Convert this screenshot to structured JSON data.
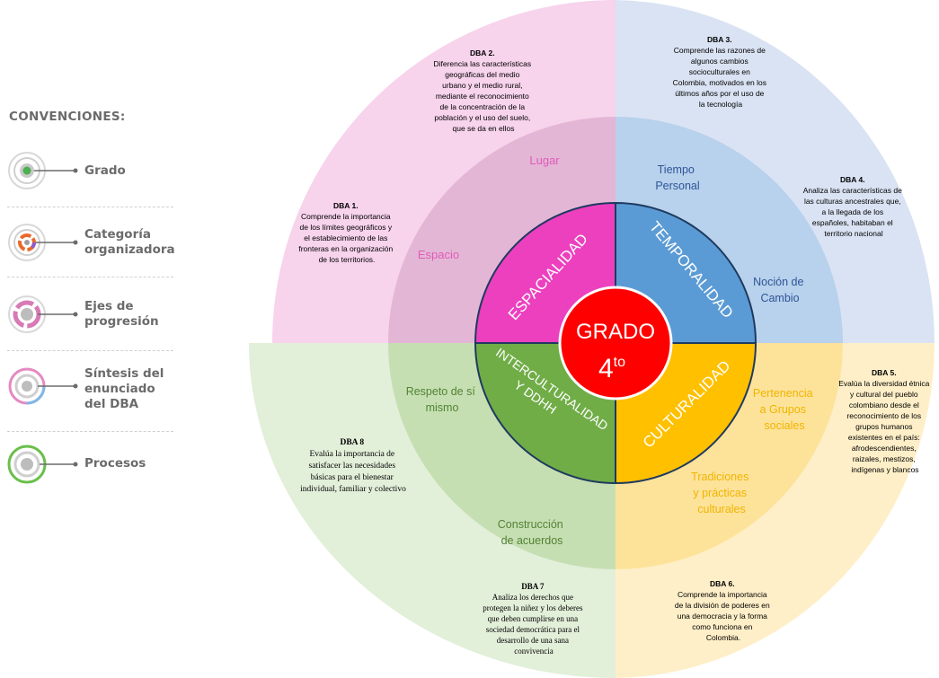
{
  "legend": {
    "title": "CONVENCIONES:",
    "items": [
      {
        "label": "Grado",
        "icon": "grado-icon"
      },
      {
        "label": "Categoría organizadora",
        "icon": "categoria-icon"
      },
      {
        "label": "Ejes de progresión",
        "icon": "ejes-icon"
      },
      {
        "label": "Síntesis del enunciado del DBA",
        "icon": "sintesis-icon"
      },
      {
        "label": "Procesos",
        "icon": "procesos-icon"
      }
    ]
  },
  "center": {
    "line1": "GRADO",
    "line2": "4",
    "sup": "to"
  },
  "categories": {
    "espacialidad": "ESPACIALIDAD",
    "temporalidad": "TEMPORALIDAD",
    "culturalidad": "CULTURALIDAD",
    "interculturalidad": [
      "INTERCULTURALIDAD",
      "Y DDHH"
    ]
  },
  "axes": {
    "lugar": "Lugar",
    "espacio": "Espacio",
    "tiempo_personal": [
      "Tiempo",
      "Personal"
    ],
    "nocion_cambio": [
      "Noción de",
      "Cambio"
    ],
    "pertenencia": [
      "Pertenencia",
      "a Grupos",
      "sociales"
    ],
    "tradiciones": [
      "Tradiciones",
      "y prácticas",
      "culturales"
    ],
    "respeto": [
      "Respeto de sí",
      "mismo"
    ],
    "construccion": [
      "Construcción",
      "de acuerdos"
    ]
  },
  "dba": {
    "dba1": {
      "title": "DBA 1.",
      "lines": [
        "Comprende la importancia",
        "de los límites geográficos y",
        "el establecimiento de las",
        "fronteras en la organización",
        "de los territorios."
      ]
    },
    "dba2": {
      "title": "DBA 2.",
      "lines": [
        "Diferencia las características",
        "geográficas del medio",
        "urbano y el medio rural,",
        "mediante el reconocimiento",
        "de la concentración de la",
        "población y el uso del suelo,",
        "que se da en ellos"
      ]
    },
    "dba3": {
      "title": "DBA 3.",
      "lines": [
        "Comprende las razones de",
        "algunos cambios",
        "socioculturales en",
        "Colombia, motivados en los",
        "últimos años por el uso de",
        "la tecnología"
      ]
    },
    "dba4": {
      "title": "DBA 4.",
      "lines": [
        "Analiza las características de",
        "las culturas ancestrales que,",
        "a la llegada de los",
        "españoles, habitaban el",
        "territorio nacional"
      ]
    },
    "dba5": {
      "title": "DBA 5.",
      "lines": [
        "Evalúa la diversidad étnica",
        "y cultural del pueblo",
        "colombiano desde el",
        "reconocimiento de los",
        "grupos humanos",
        "existentes en el país:",
        "afrodescendientes,",
        "raizales, mestizos,",
        "indígenas y blancos"
      ]
    },
    "dba6": {
      "title": "DBA 6.",
      "lines": [
        "Comprende la importancia",
        "de la división de poderes en",
        "una democracia y la forma",
        "como funciona en",
        "Colombia."
      ]
    },
    "dba7": {
      "title": "DBA 7",
      "lines": [
        "Analiza los derechos que",
        "protegen la niñez y los deberes",
        "que deben cumplirse en una",
        "sociedad democrática para el",
        "desarrollo de una sana",
        "convivencia"
      ]
    },
    "dba8": {
      "title": "DBA 8",
      "lines": [
        "Evalúa la importancia de",
        "satisfacer las necesidades",
        "básicas para el bienestar",
        "individual, familiar y colectivo"
      ]
    }
  },
  "colors": {
    "outer_pink": "#f7d3ec",
    "outer_blue": "#dae3f3",
    "outer_yellow": "#feefc8",
    "outer_green": "#e2efd9",
    "mid_pink": "#e4b6d6",
    "mid_blue": "#b8d1ec",
    "mid_yellow": "#fde39a",
    "mid_green": "#c5dfb2",
    "inner_pink": "#ec40bf",
    "inner_blue": "#5b9bd5",
    "inner_yellow": "#ffc000",
    "inner_green": "#70ad47",
    "center_red": "#ff0000"
  }
}
